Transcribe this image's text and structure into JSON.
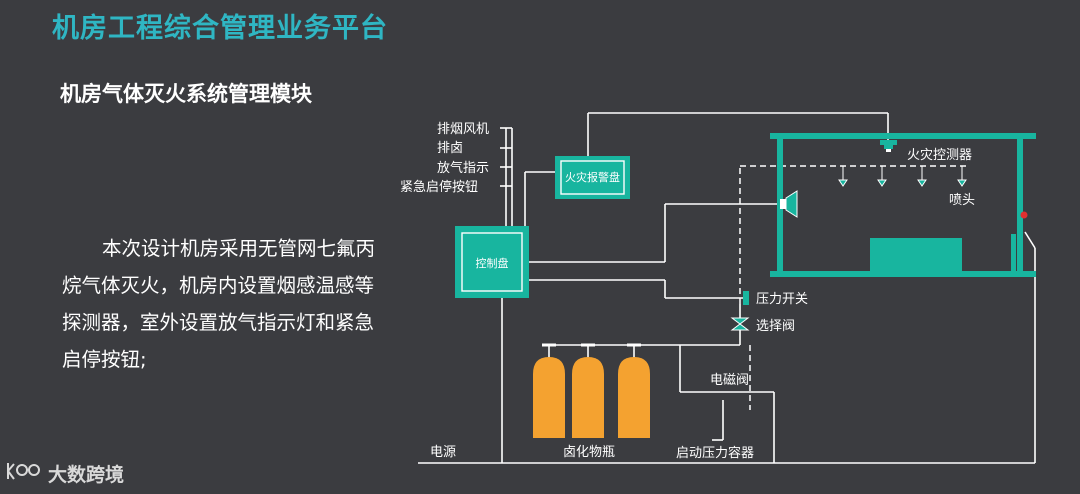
{
  "page": {
    "title": "机房工程综合管理业务平台",
    "subtitle": "机房气体灭火系统管理模块",
    "description": "本次设计机房采用无管网七氟丙烷气体灭火，机房内设置烟感温感等探测器，室外设置放气指示灯和紧急启停按钮;",
    "logo_text": "大数跨境"
  },
  "diagram": {
    "left_labels": [
      "排烟风机",
      "排卤",
      "放气指示",
      "紧急启停按钮"
    ],
    "alarm_box": "火灾报警盘",
    "control_panel": "控制盘",
    "fire_detector": "火灾控测器",
    "nozzle": "喷头",
    "pressure_switch": "压力开关",
    "selector_valve": "选择阀",
    "solenoid_valve": "电磁阀",
    "power": "电源",
    "halide_bottles": "卤化物瓶",
    "start_container": "启动压力容器"
  },
  "colors": {
    "background": "#3b3c40",
    "title": "#2fb6c3",
    "equipment": "#18b59f",
    "bottle": "#f4a230",
    "line": "#ffffff"
  },
  "icons": [
    "logo-icon",
    "detector-icon",
    "nozzle-icon",
    "horn-icon",
    "valve-icon",
    "pressure-switch-icon"
  ]
}
